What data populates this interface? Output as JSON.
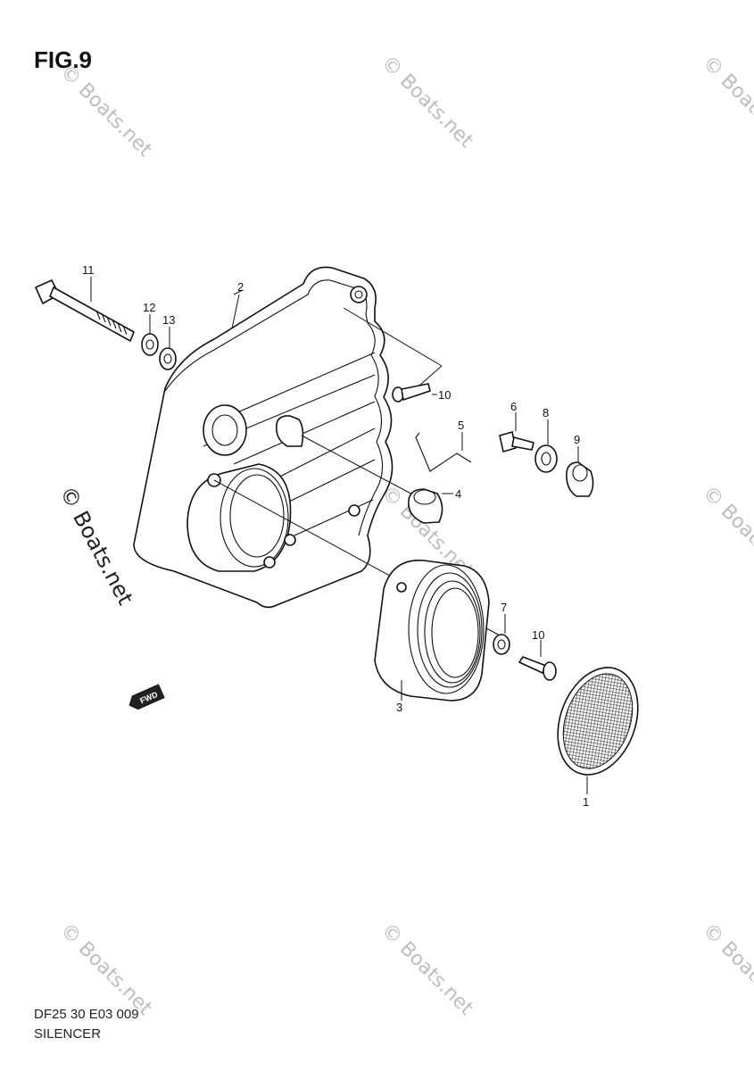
{
  "figure": {
    "title": "FIG.9",
    "code": "DF25 30 E03  009",
    "name": "SILENCER"
  },
  "watermark": {
    "text": "© Boats.net"
  },
  "callouts": [
    "1",
    "2",
    "3",
    "4",
    "5",
    "6",
    "7",
    "8",
    "9",
    "10",
    "10",
    "11",
    "12",
    "13"
  ],
  "fwd_badge": "FWD"
}
